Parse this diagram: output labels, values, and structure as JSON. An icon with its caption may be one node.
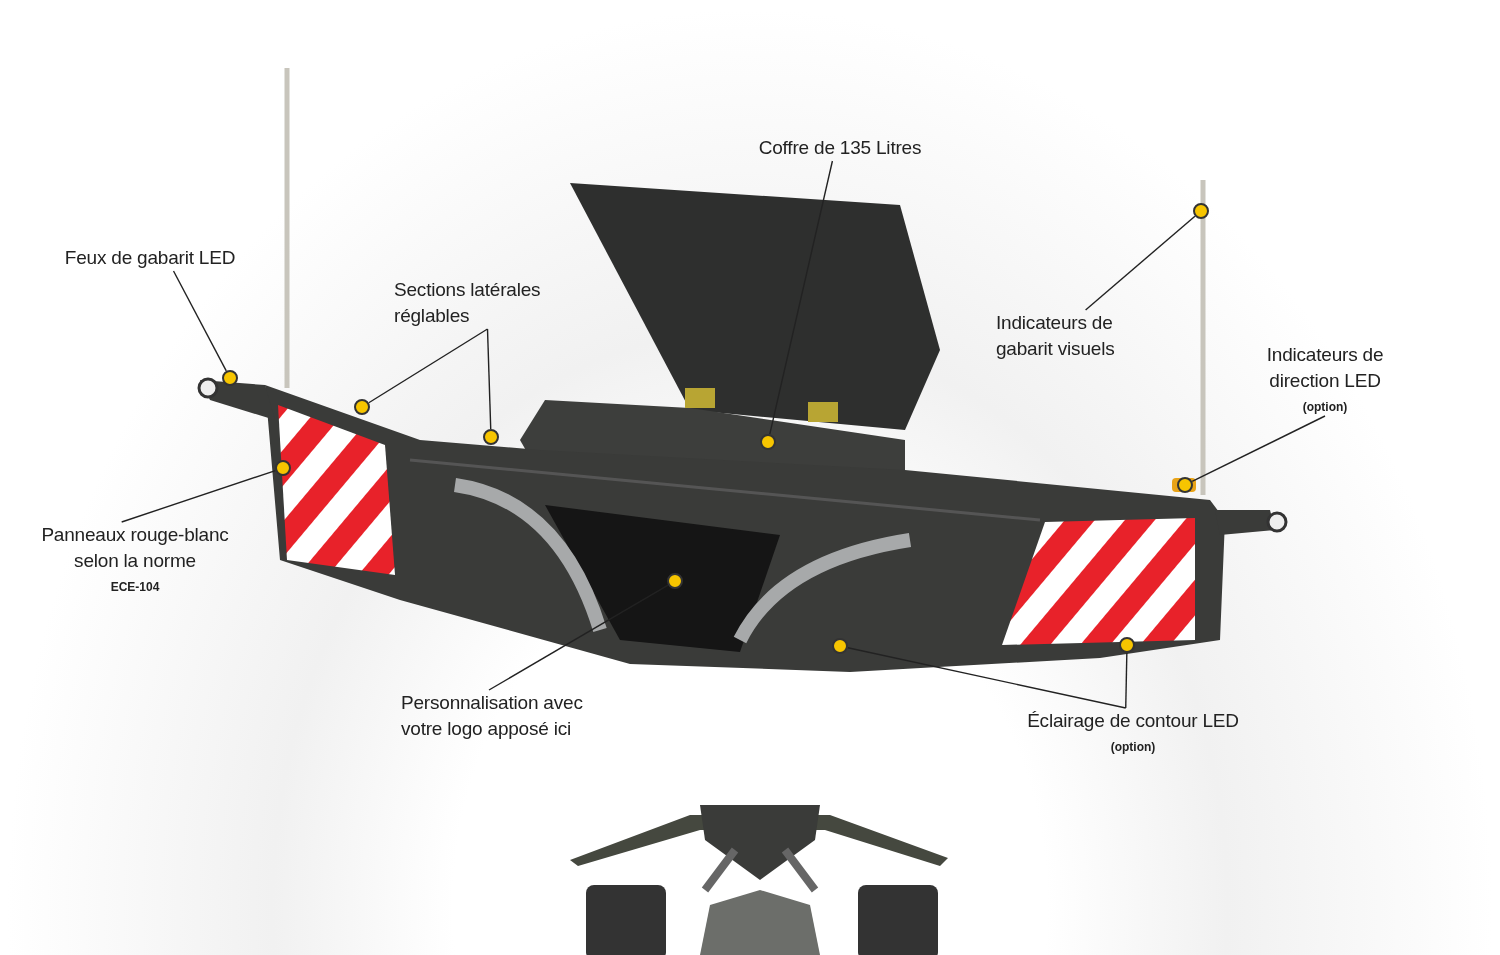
{
  "diagram": {
    "nodes": [
      {
        "text": [
          "Feux de gabarit LED"
        ]
      },
      {
        "text": [
          "Sections latérales réglables"
        ]
      },
      {
        "text": [
          "Coffre de 135 Litres"
        ]
      },
      {
        "text": [
          "Indicateurs de gabarit visuels"
        ]
      },
      {
        "text": [
          "Indicateurs de direction LED"
        ],
        "beside": [
          "(option)"
        ]
      },
      {
        "text": [
          "Panneaux rouge-blanc selon la norme",
          "ECE-104"
        ]
      },
      {
        "text": [
          "Personnalisation avec votre logo apposé ici"
        ]
      },
      {
        "text": [
          "Éclairage de contour LED"
        ],
        "beside": [
          "(option)"
        ]
      },
      {
        "text": [],
        "shape": "circle"
      },
      {
        "text": [],
        "shape": "circle"
      },
      {
        "text": [],
        "shape": "circle"
      },
      {
        "text": [],
        "shape": "circle"
      },
      {
        "text": [],
        "shape": "circle"
      },
      {
        "text": [],
        "shape": "circle"
      },
      {
        "text": [],
        "shape": "circle"
      },
      {
        "text": [],
        "shape": "circle"
      },
      {
        "text": [],
        "shape": "circle"
      },
      {
        "text": [],
        "shape": "circle"
      }
    ],
    "edges": [
      {
        "from": 0,
        "to": 8,
        "arrow": "none"
      },
      {
        "from": 1,
        "to": 10,
        "arrow": "none"
      },
      {
        "from": 1,
        "to": 11,
        "arrow": "none"
      },
      {
        "from": 2,
        "to": 13,
        "arrow": "none"
      },
      {
        "from": 3,
        "to": 17,
        "arrow": "none"
      },
      {
        "from": 4,
        "to": 16,
        "arrow": "none"
      },
      {
        "from": 5,
        "to": 9,
        "arrow": "none"
      },
      {
        "from": 6,
        "to": 12,
        "arrow": "none"
      },
      {
        "from": 7,
        "to": 14,
        "arrow": "none"
      },
      {
        "from": 7,
        "to": 15,
        "arrow": "none"
      }
    ]
  }
}
